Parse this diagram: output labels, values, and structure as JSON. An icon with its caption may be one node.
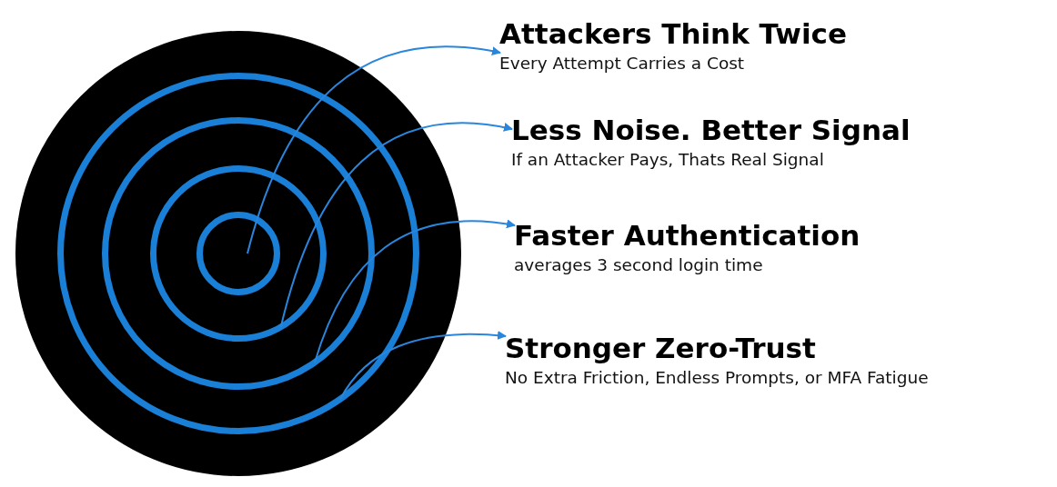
{
  "diagram": {
    "nodes": [
      {
        "text": [],
        "shape": "circle"
      },
      {
        "text": [],
        "shape": "circle",
        "in": 0
      },
      {
        "text": [],
        "shape": "circle",
        "in": 1
      },
      {
        "text": [],
        "shape": "circle",
        "in": 2
      },
      {
        "text": [],
        "shape": "circle",
        "in": 3
      },
      {
        "text": [
          "Attackers Think Twice",
          "Every Attempt Carries a Cost"
        ]
      },
      {
        "text": [
          "Less Noise. Better Signal",
          "If an Attacker Pays, Thats Real Signal"
        ]
      },
      {
        "text": [
          "Faster Authentication",
          "averages 3 second login time"
        ]
      },
      {
        "text": [
          "Stronger Zero-Trust",
          "No Extra Friction, Endless Prompts, or MFA Fatigue"
        ]
      }
    ],
    "edges": [
      {
        "from": 4,
        "to": 5,
        "arrow": "to"
      },
      {
        "from": 3,
        "to": 6,
        "arrow": "to"
      },
      {
        "from": 2,
        "to": 7,
        "arrow": "to"
      },
      {
        "from": 1,
        "to": 8,
        "arrow": "to"
      }
    ]
  }
}
